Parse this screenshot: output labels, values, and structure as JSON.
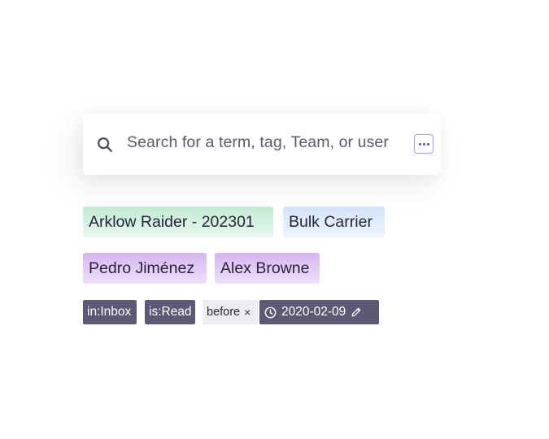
{
  "search": {
    "placeholder": "Search for a term, tag, Team, or user",
    "icon": "search-icon",
    "more_button_icon": "ellipsis-icon",
    "accent_color": "#a397ea"
  },
  "tags": {
    "row1": [
      {
        "label": "Arklow Raider - 202301",
        "color": "#c2ebd4"
      },
      {
        "label": "Bulk Carrier",
        "color": "#d3e3fb"
      }
    ],
    "row2": [
      {
        "label": "Pedro Jiménez",
        "color": "#d5b5f0"
      },
      {
        "label": "Alex Browne",
        "color": "#d5b5f0"
      }
    ]
  },
  "filters": {
    "inbox": "in:Inbox",
    "read": "is:Read",
    "before_label": "before",
    "before_remove": "×",
    "date_value": "2020-02-09",
    "date_icon": "clock-icon",
    "edit_icon": "pencil-icon",
    "chip_color": "#5d5974"
  }
}
